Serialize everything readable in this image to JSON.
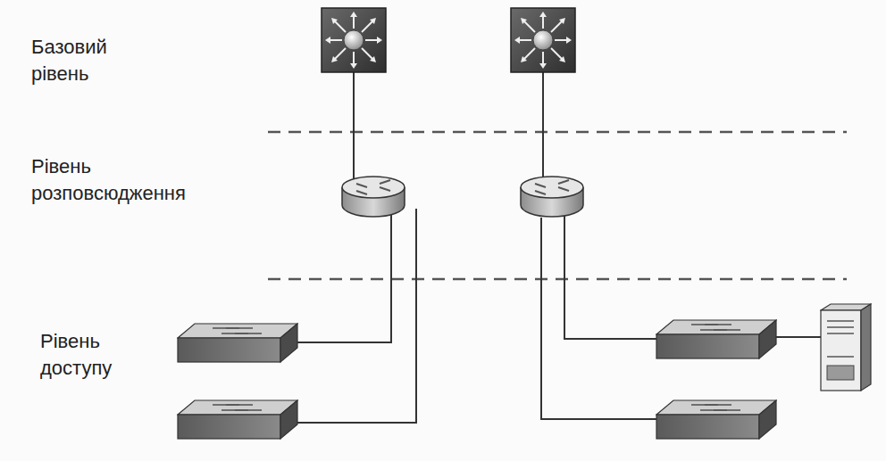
{
  "diagram": {
    "labels": [
      "Базовий рівень",
      "Рівень розповсюдження",
      "Рівень доступу"
    ]
  }
}
